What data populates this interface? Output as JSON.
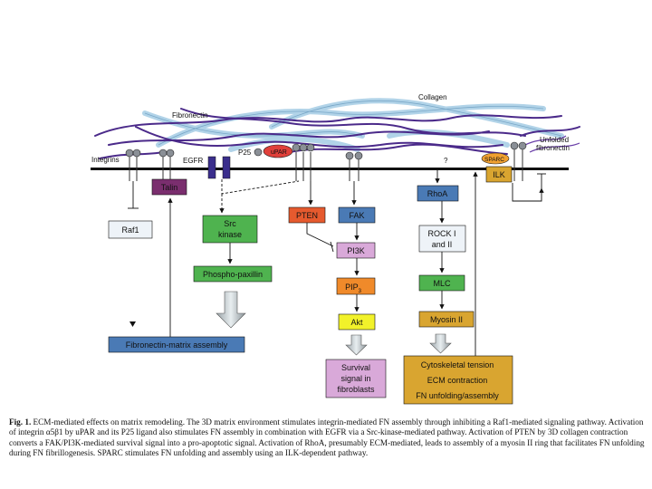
{
  "labels": {
    "collagen": "Collagen",
    "fibronectin": "Fibronectin",
    "integrins": "Integrins",
    "egfr": "EGFR",
    "p25": "P25",
    "upar": "uPAR",
    "unfolded_fibronectin_1": "Unfolded",
    "unfolded_fibronectin_2": "fibronectin",
    "question": "?",
    "sparc": "SPARC"
  },
  "boxes": {
    "talin": "Talin",
    "raf1": "Raf1",
    "src_1": "Src",
    "src_2": "kinase",
    "phospho_paxillin": "Phospho-paxillin",
    "fn_matrix_assembly": "Fibronectin-matrix assembly",
    "pten": "PTEN",
    "fak": "FAK",
    "pi3k": "PI3K",
    "pip3": "PIP",
    "pip3_sub": "3",
    "akt": "Akt",
    "survival_1": "Survival",
    "survival_2": "signal in",
    "survival_3": "fibroblasts",
    "rhoa": "RhoA",
    "rock_1": "ROCK I",
    "rock_2": "and II",
    "mlc": "MLC",
    "myosin": "Myosin II",
    "ilk": "ILK",
    "tension_1": "Cytoskeletal tension",
    "tension_2": "ECM contraction",
    "tension_3": "FN unfolding/assembly"
  },
  "caption": {
    "label": "Fig. 1.",
    "text": " ECM-mediated effects on matrix remodeling. The 3D matrix environment stimulates integrin-mediated FN assembly through inhibiting a Raf1-mediated signaling pathway. Activation of integrin α5β1 by uPAR and its P25 ligand also stimulates FN assembly in combination with EGFR via a Src-kinase-mediated pathway. Activation of PTEN by 3D collagen contraction converts a FAK/PI3K-mediated survival signal into a pro-apoptotic signal. Activation of RhoA, presumably ECM-mediated, leads to assembly of a myosin II ring that facilitates FN unfolding during FN fibrillogenesis. SPARC stimulates FN unfolding and assembly using an ILK-dependent pathway."
  },
  "colors": {
    "membrane": "#111111",
    "collagen": "#a9cfe6",
    "fibronectin": "#4b2a8a",
    "talin": "#7a2e6e",
    "egfr": "#3a2e8c",
    "green_box": "#4fb34f",
    "blue_box": "#4a7ab5",
    "pink_box": "#d9a9d9",
    "orange_box": "#f08a2a",
    "pten": "#e65a2e",
    "akt": "#f2f22a",
    "gold_box": "#d9a530",
    "light_box": "#eef3f8",
    "integrin": "#8a8f96",
    "upar": "#e0403a",
    "sparc": "#f0a030"
  }
}
